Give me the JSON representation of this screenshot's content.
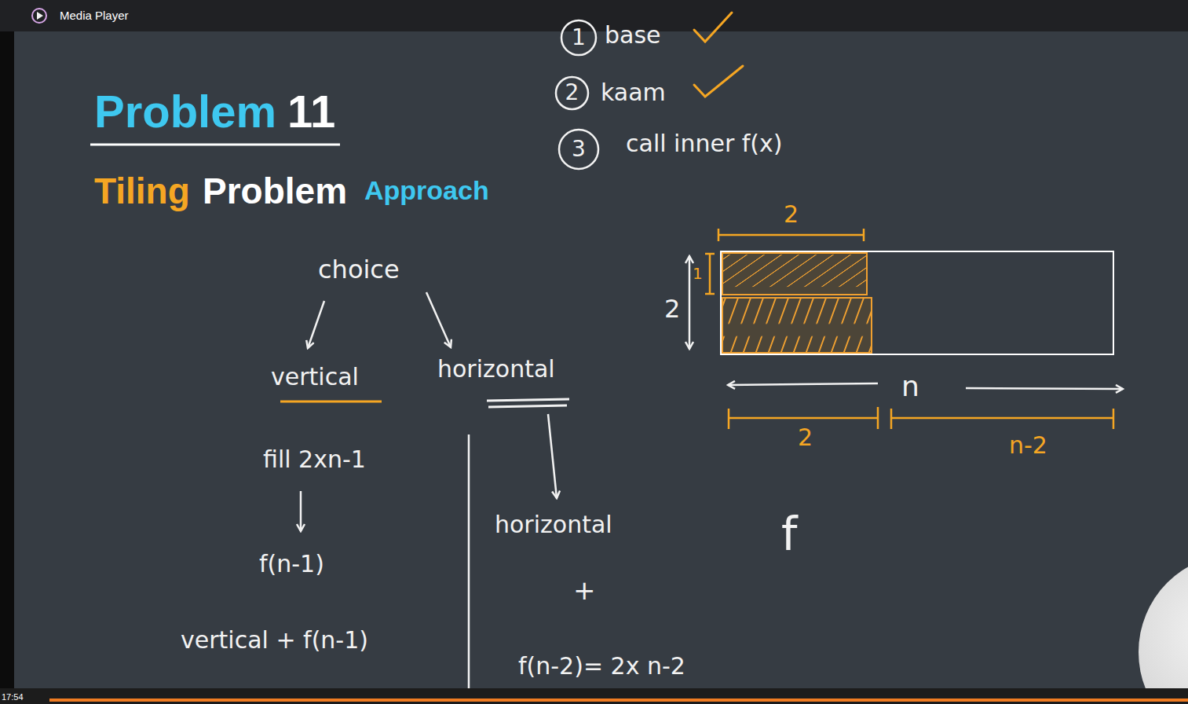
{
  "diagram": {
    "nodes": [
      {
        "text": [
          "1"
        ]
      },
      {
        "text": [
          "2"
        ]
      },
      {
        "text": [
          "3"
        ]
      }
    ],
    "labels": [
      "Media Player",
      "Problem",
      "11",
      "Tiling",
      "Problem",
      "Approach",
      "base",
      "kaam",
      "call inner f(x)",
      "choice",
      "vertical",
      "horizontal",
      "fill 2xn-1",
      "f(n-1)",
      "vertical + f(n-1)",
      "horizontal",
      "+",
      "f(n-2)= 2x n-2",
      "2",
      "2",
      "1",
      "n",
      "2",
      "n-2",
      "f",
      "17:54"
    ]
  }
}
